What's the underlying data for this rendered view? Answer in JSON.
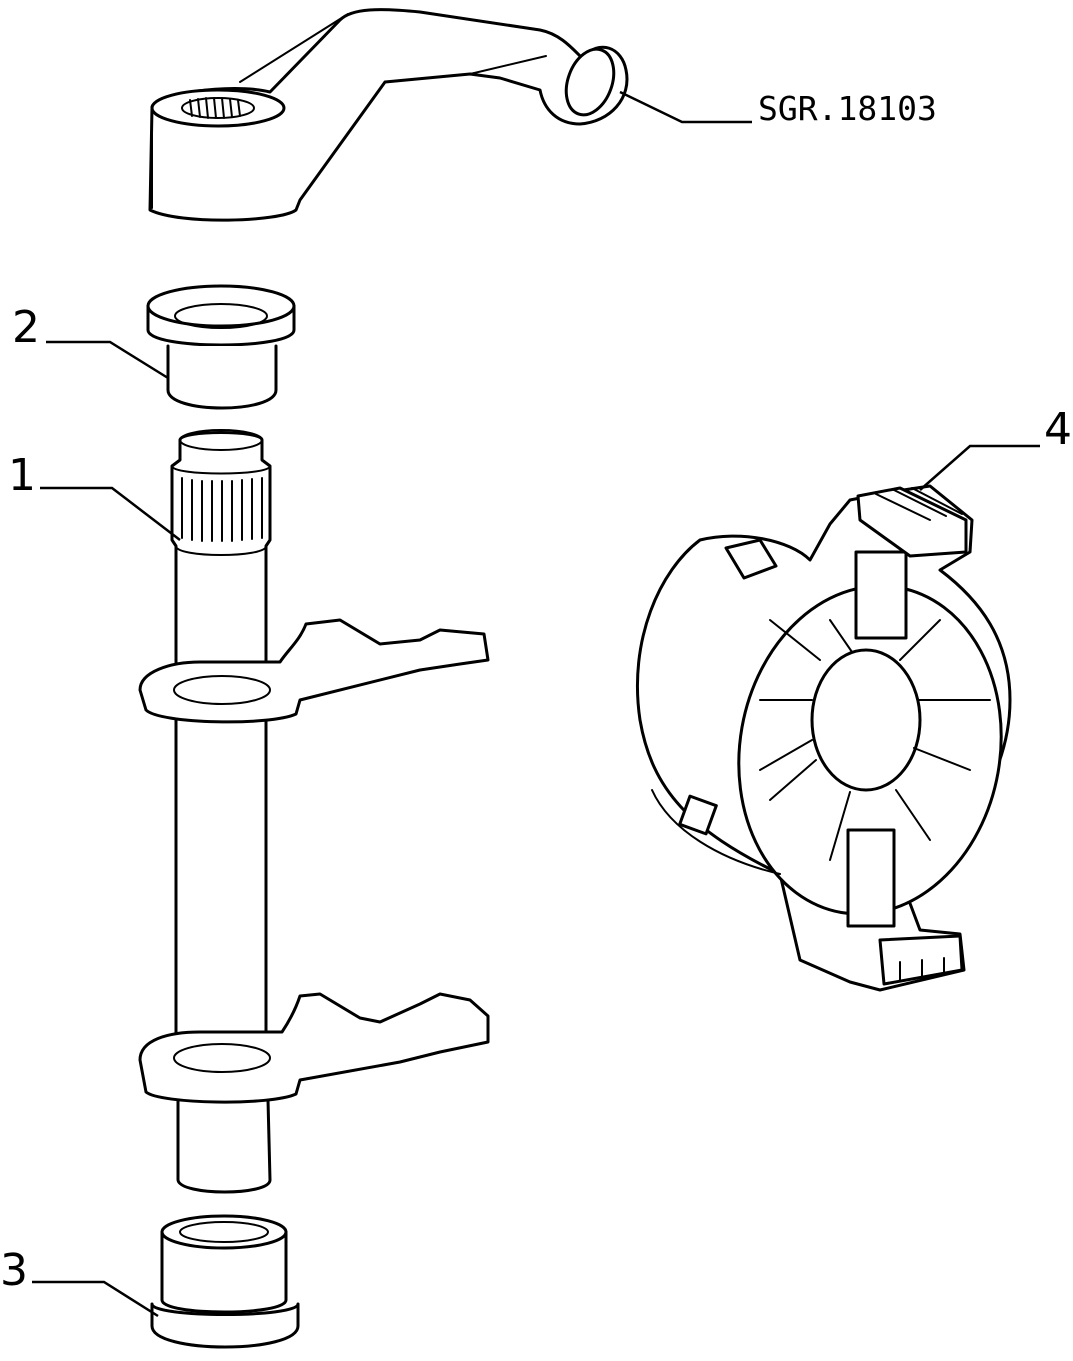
{
  "diagram": {
    "reference_code": "SGR.18103",
    "callouts": [
      {
        "id": "1",
        "label": "1"
      },
      {
        "id": "2",
        "label": "2"
      },
      {
        "id": "3",
        "label": "3"
      },
      {
        "id": "4",
        "label": "4"
      }
    ]
  }
}
